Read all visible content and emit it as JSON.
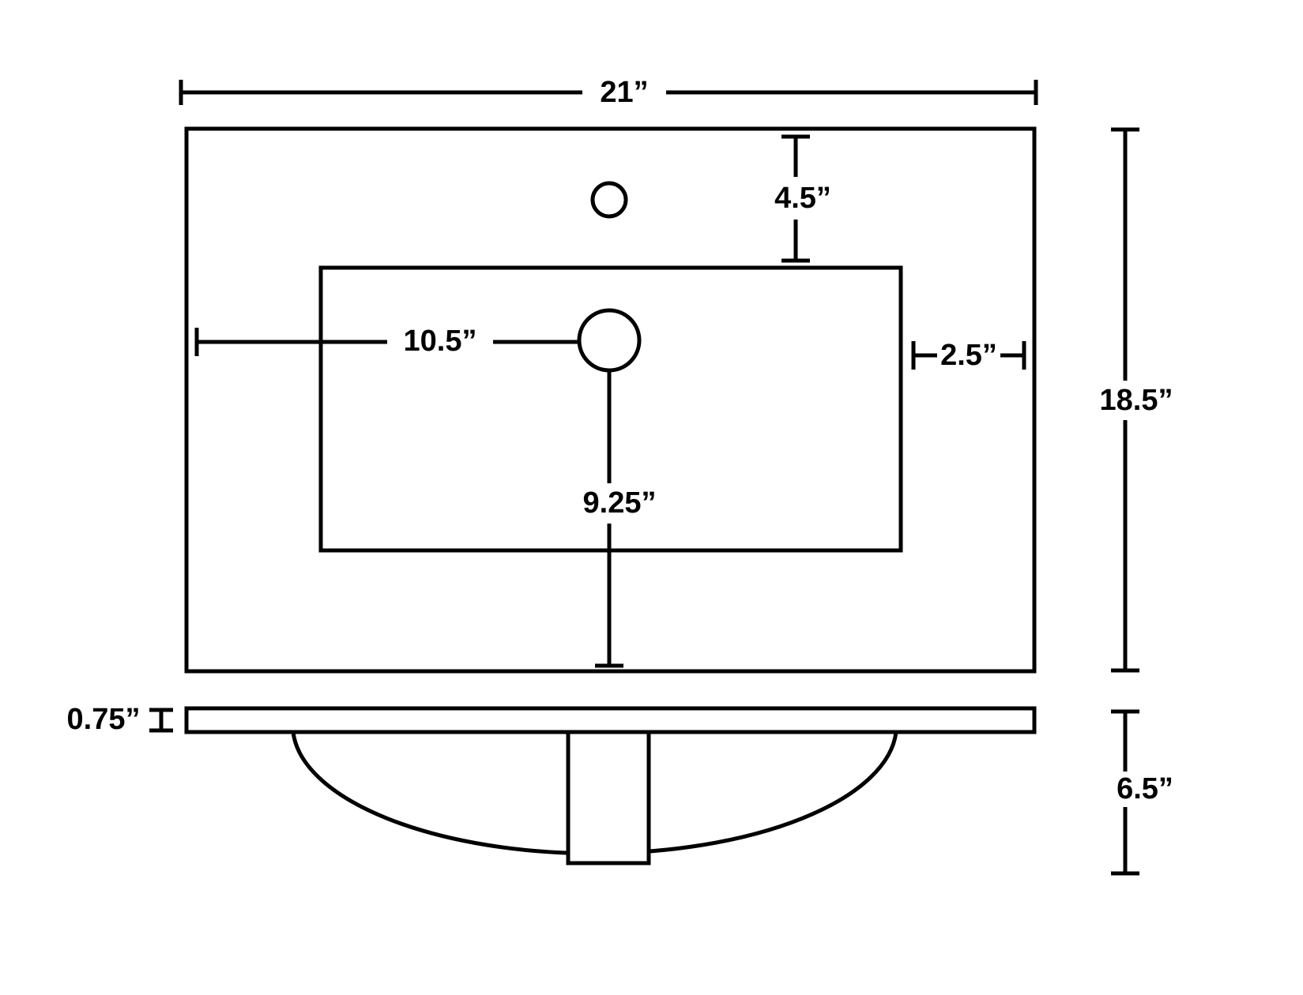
{
  "page": {
    "background": "#ffffff",
    "line_color": "#000000"
  },
  "diagram": {
    "kind": "sink-top-dimension-drawing",
    "views": {
      "top": {
        "width_label": "21”",
        "depth_label": "18.5”",
        "faucet_hole_offset_label": "4.5”",
        "drain_left_offset_label": "10.5”",
        "basin_right_clearance_label": "2.5”",
        "drain_front_offset_label": "9.25”"
      },
      "side": {
        "deck_thickness_label": "0.75”",
        "bowl_depth_label": "6.5”"
      }
    }
  }
}
